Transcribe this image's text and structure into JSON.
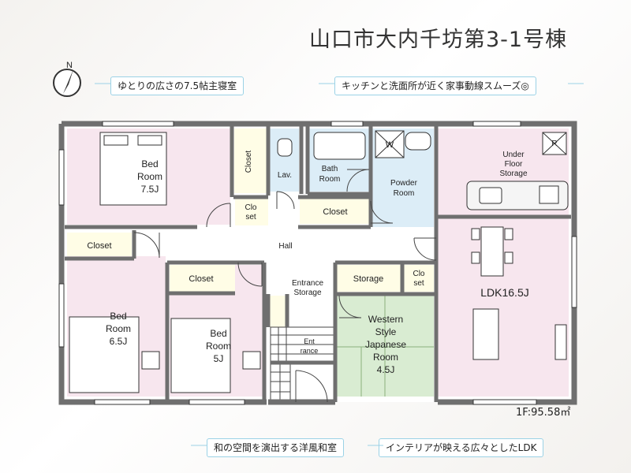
{
  "title": "山口市大内千坊第3-1号棟",
  "callouts": {
    "master_bedroom": "ゆとりの広さの7.5帖主寝室",
    "kitchen_washroom": "キッチンと洗面所が近く家事動線スムーズ◎",
    "japanese_room": "和の空間を演出する洋風和室",
    "ldk": "インテリアが映える広々としたLDK"
  },
  "compass": {
    "label": "N"
  },
  "floor_area": "1F:95.58㎡",
  "rooms": {
    "bed1": [
      "Bed",
      "Room",
      "7.5J"
    ],
    "closet_top": "Closet",
    "lav": "Lav.",
    "bath": [
      "Bath",
      "Room"
    ],
    "powder": [
      "Powder",
      "Room"
    ],
    "washer": "W",
    "under_floor": [
      "Under",
      "Floor",
      "Storage"
    ],
    "fridge": "R",
    "closet_small1": [
      "Clo",
      "set"
    ],
    "closet_mid": "Closet",
    "hall": "Hall",
    "closet_left": "Closet",
    "bed2": [
      "Bed",
      "Room",
      "6.5J"
    ],
    "closet_bed3": "Closet",
    "bed3": [
      "Bed",
      "Room",
      "5J"
    ],
    "entrance_storage": [
      "Entrance",
      "Storage"
    ],
    "entrance": [
      "Ent",
      "rance"
    ],
    "storage": "Storage",
    "closet_small2": [
      "Clo",
      "set"
    ],
    "japanese": [
      "Western",
      "Style",
      "Japanese",
      "Room",
      "4.5J"
    ],
    "ldk": "LDK16.5J"
  },
  "colors": {
    "wall": "#6f6f6f",
    "bedroom": "#f7e6ee",
    "wet": "#dcedf7",
    "closet": "#fffde6",
    "tatami": "#d9ecd2",
    "hall": "#ffffff",
    "accent": "#9bd2e6"
  }
}
